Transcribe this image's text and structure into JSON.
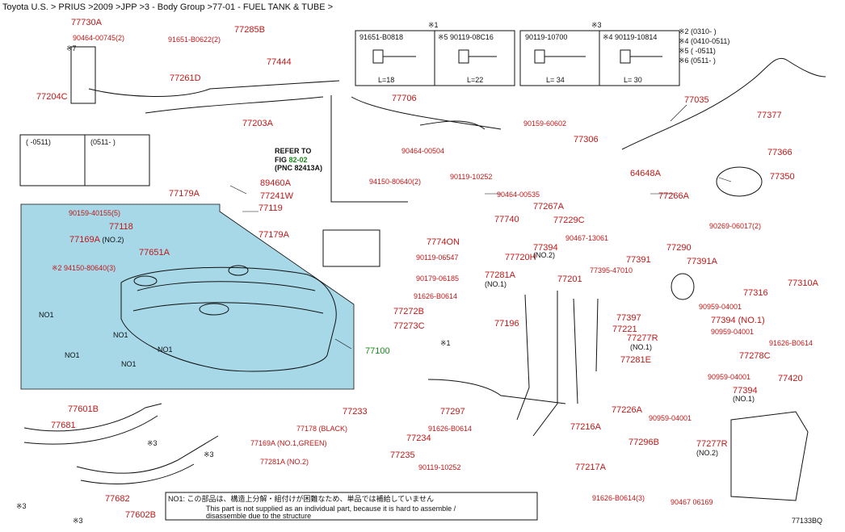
{
  "breadcrumb": "Toyota U.S. > PRIUS >2009 >JPP >3 - Body Group >77-01 - FUEL TANK & TUBE >",
  "diagram_code": "77133BQ",
  "colors": {
    "label": "#c01818",
    "highlight": "#a6d8e8",
    "link": "#1a8a1a"
  },
  "parts": {
    "p77730A": "77730A",
    "p90464_00745": "90464-00745(2)",
    "p91651_B0622": "91651-B0622(2)",
    "p77285B": "77285B",
    "p77444": "77444",
    "p77261D": "77261D",
    "p77204C": "77204C",
    "p77203A": "77203A",
    "p77706": "77706",
    "p77035": "77035",
    "p77377": "77377",
    "p90159_60602": "90159-60602",
    "p77306": "77306",
    "p77366": "77366",
    "p90464_00504": "90464-00504",
    "p90119_10252a": "90119-10252",
    "p64648A": "64648A",
    "p77350": "77350",
    "p89460A": "89460A",
    "p77241W": "77241W",
    "p94150_80640_2": "94150-80640(2)",
    "p90464_00535": "90464-00535",
    "p77179A_1": "77179A",
    "p77266A": "77266A",
    "p77119": "77119",
    "p77267A": "77267A",
    "p77229C": "77229C",
    "p90269_06017": "90269-06017(2)",
    "p90159_40155": "90159-40155(5)",
    "p77118": "77118",
    "p77740": "77740",
    "p77169A": "77169A",
    "p77169A_note": "(NO.2)",
    "p77179A_2": "77179A",
    "p7774ON": "7774ON",
    "p90467_13061": "90467-13061",
    "p77290": "77290",
    "p77651A": "77651A",
    "p77720H": "77720H",
    "p77720H_note": "(NO.2)",
    "p77394a": "77394",
    "p77391": "77391",
    "p77391A": "77391A",
    "p90119_06547": "90119-06547",
    "p94150_80640_3": "※2 94150-80640(3)",
    "p77395": "77395-47010",
    "p77316": "77316",
    "p77310A": "77310A",
    "p90179_06185": "90179-06185",
    "p77281A": "77281A",
    "p77281A_note": "(NO.1)",
    "p77201": "77201",
    "p91626_B0614a": "91626-B0614",
    "p90959_04001a": "90959-04001",
    "p77272B": "77272B",
    "p77397": "77397",
    "p77394b": "77394 (NO.1)",
    "p77273C": "77273C",
    "p77196": "77196",
    "p77221": "77221",
    "p90959_04001b": "90959-04001",
    "p77277R_1": "77277R",
    "p77277R_1n": "(NO.1)",
    "p91626_B0614b": "91626-B0614",
    "p77100": "77100",
    "p77278C": "77278C",
    "p77281E": "77281E",
    "p90959_04001c": "90959-04001",
    "p77420": "77420",
    "p77394c": "77394",
    "p77394c_note": "(NO.1)",
    "p77226A": "77226A",
    "p90959_04001d": "90959-04001",
    "p77601B": "77601B",
    "p77681": "77681",
    "p77233": "77233",
    "p77297": "77297",
    "p77178": "77178 (BLACK)",
    "p91626_B0614c": "91626-B0614",
    "p77216A": "77216A",
    "p77234": "77234",
    "p77169A_g": "77169A (NO.1,GREEN)",
    "p77296B": "77296B",
    "p77277R_2": "77277R",
    "p77277R_2n": "(NO.2)",
    "p77235": "77235",
    "p77281A_2": "77281A (NO.2)",
    "p90119_10252b": "90119-10252",
    "p77217A": "77217A",
    "p77682": "77682",
    "p77602B": "77602B",
    "p91626_B0614_3": "91626-B0614(3)",
    "p90467_06169": "90467 06169"
  },
  "notes": {
    "refer_line1": "REFER TO",
    "refer_line2": "FIG",
    "refer_fig": "82-02",
    "refer_line3": "(PNC 82413A)",
    "no1": "NO1",
    "mark1": "※1",
    "mark3": "※3",
    "mark7": "※7",
    "legend_x2": "※2 (0310-   )",
    "legend_x4": "※4 (0410-0511)",
    "legend_x5": "※5 (   -0511)",
    "legend_x6": "※6 (0511-   )",
    "inset_l": "( -0511)",
    "inset_r": "(0511-  )",
    "bolt_title_1": "※1",
    "bolt_title_3": "※3",
    "bolt_a": "91651-B0818",
    "bolt_b": "※5 90119-08C16",
    "bolt_c": "90119-10700",
    "bolt_d": "※4 90119-10814",
    "len_a": "L=18",
    "len_b": "L=22",
    "len_c": "L= 34",
    "len_d": "L= 30",
    "footer_jp": "NO1:  この部品は、構造上分解・組付けが困難なため、単品では補給していません",
    "footer_en1": "This part is not supplied as an individual part, because it is hard to assemble /",
    "footer_en2": "disassemble due to the structure"
  }
}
